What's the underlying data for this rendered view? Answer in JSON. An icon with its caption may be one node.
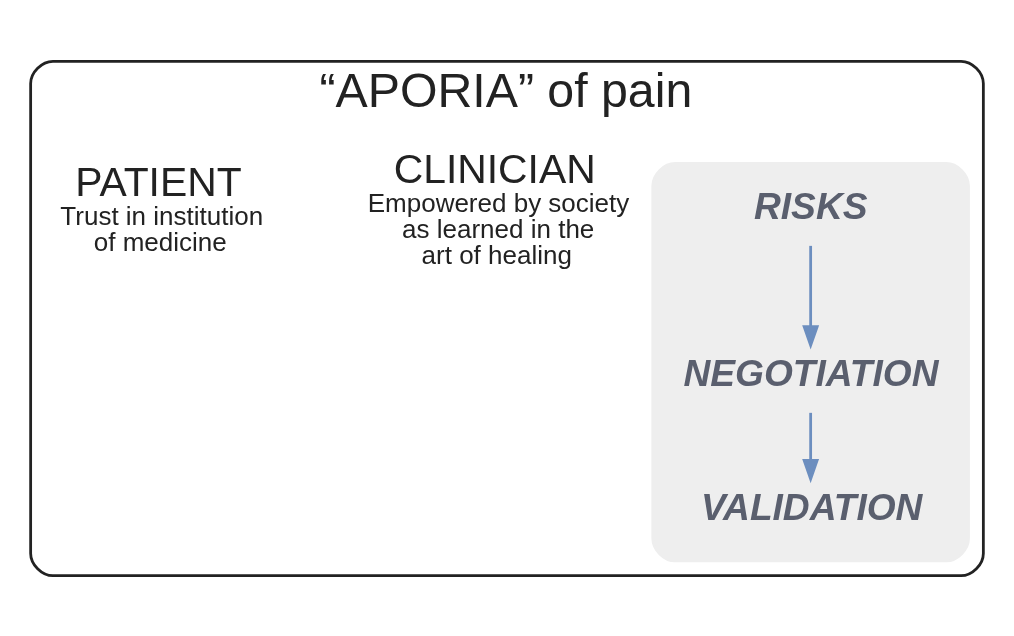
{
  "diagram": {
    "nodes": [
      {
        "text": [
          "“APORIA” of pain"
        ]
      },
      {
        "text": [
          "CLINICIAN",
          "Empowered by society as learned in the art of healing"
        ],
        "in": 0
      },
      {
        "text": [],
        "shape": "ellipse",
        "in": 0
      },
      {
        "text": [
          "RISKS"
        ],
        "in": 2
      },
      {
        "text": [
          "NEGOTIATION"
        ],
        "in": 2
      },
      {
        "text": [
          "VALIDATION"
        ],
        "in": 2
      },
      {
        "text": [
          "PATIENT",
          "Trust in institution of medicine"
        ],
        "in": 0
      }
    ],
    "edges": [
      {
        "from": 3,
        "to": 4,
        "arrow": "to"
      },
      {
        "from": 4,
        "to": 5,
        "arrow": "to"
      }
    ]
  }
}
